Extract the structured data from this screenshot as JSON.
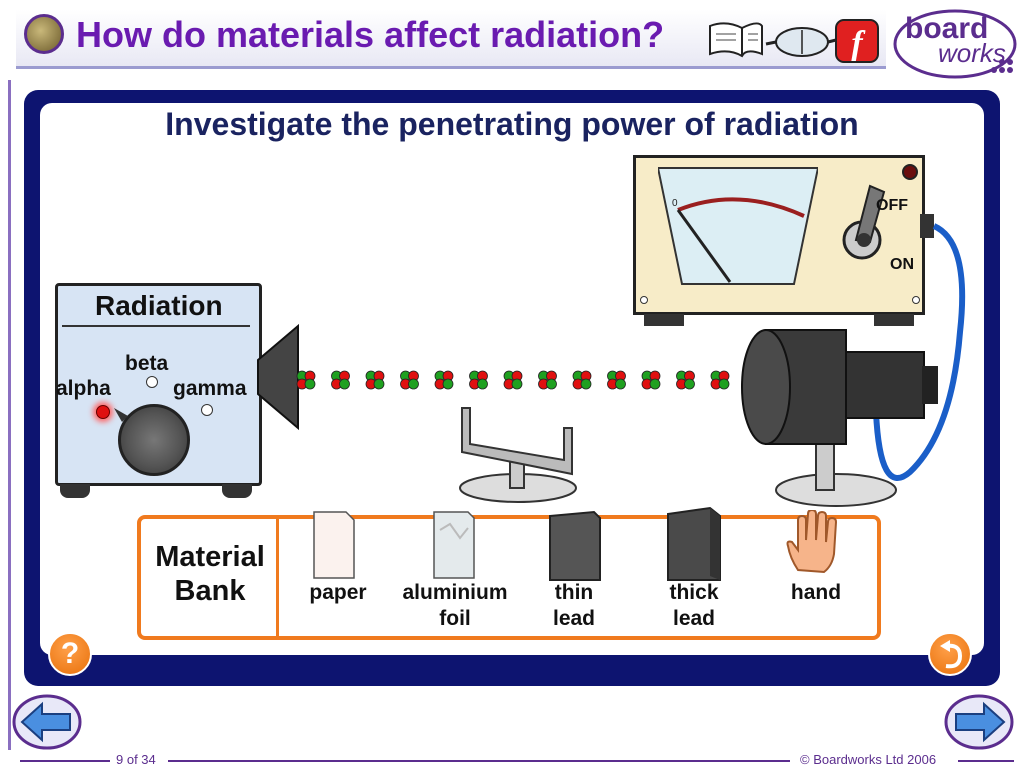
{
  "header": {
    "title": "How do materials affect radiation?",
    "icons": [
      "book-icon",
      "goggles-icon",
      "flash-icon"
    ],
    "brand_line1": "board",
    "brand_line2": "works"
  },
  "activity": {
    "title": "Investigate the penetrating power of radiation",
    "source": {
      "title": "Radiation",
      "options": [
        "alpha",
        "beta",
        "gamma"
      ],
      "selected": "alpha"
    },
    "detector": {
      "off_label": "OFF",
      "on_label": "ON",
      "meter_zero": "0",
      "meter_reading": 0
    },
    "material_bank": {
      "label_line1": "Material",
      "label_line2": "Bank",
      "materials": [
        {
          "line1": "paper",
          "line2": ""
        },
        {
          "line1": "aluminium",
          "line2": "foil"
        },
        {
          "line1": "thin",
          "line2": "lead"
        },
        {
          "line1": "thick",
          "line2": "lead"
        },
        {
          "line1": "hand",
          "line2": ""
        }
      ]
    },
    "help_label": "?"
  },
  "footer": {
    "slide_counter": "9 of 34",
    "copyright": "© Boardworks Ltd 2006"
  },
  "colors": {
    "title": "#6a1bb0",
    "panel": "#0d1470",
    "accent": "#f07a1e",
    "brand": "#5b2d8e"
  }
}
